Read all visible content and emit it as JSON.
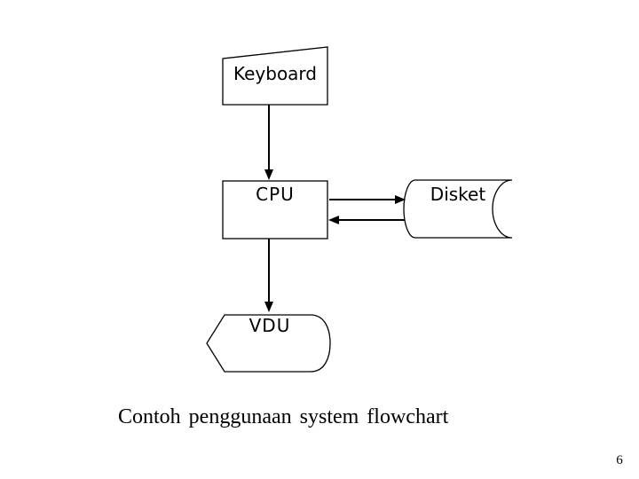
{
  "slide": {
    "background_color": "#ffffff",
    "line_color": "#000000",
    "text_color": "#000000",
    "caption": "Contoh penggunaan system flowchart",
    "page_number": "6"
  },
  "flowchart": {
    "nodes": [
      {
        "id": "keyboard",
        "shape": "manual-input",
        "label": "Keyboard"
      },
      {
        "id": "cpu",
        "shape": "process-rectangle",
        "label": "CPU"
      },
      {
        "id": "disket",
        "shape": "direct-access-storage",
        "label": "Disket"
      },
      {
        "id": "vdu",
        "shape": "display",
        "label": "VDU"
      }
    ],
    "edges": [
      {
        "from": "keyboard",
        "to": "cpu",
        "direction": "down"
      },
      {
        "from": "cpu",
        "to": "disket",
        "direction": "right"
      },
      {
        "from": "disket",
        "to": "cpu",
        "direction": "left"
      },
      {
        "from": "cpu",
        "to": "vdu",
        "direction": "down"
      }
    ]
  }
}
